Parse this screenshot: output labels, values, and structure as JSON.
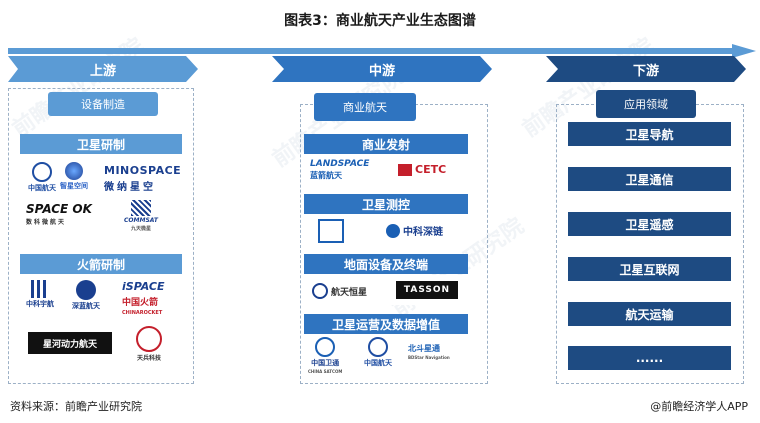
{
  "title": "图表3：商业航天产业生态图谱",
  "stages": {
    "upstream": {
      "label": "上游",
      "segment": "设备制造",
      "groups": [
        {
          "title": "卫星研制",
          "logos": [
            "中国航天",
            "智星空间",
            "MINOSPACE",
            "微纳星空",
            "SPACE OK",
            "数科微航天",
            "COMMSAT",
            "九天微星"
          ]
        },
        {
          "title": "火箭研制",
          "logos": [
            "中科宇航",
            "深蓝航天",
            "iSPACE",
            "中国火箭",
            "CHINAROCKET",
            "星河动力航天",
            "天兵科技"
          ]
        }
      ]
    },
    "midstream": {
      "label": "中游",
      "segment": "商业航天",
      "groups": [
        {
          "title": "商业发射",
          "logos": [
            "LANDSPACE",
            "蓝箭航天",
            "CETC"
          ]
        },
        {
          "title": "卫星测控",
          "logos": [
            "中科深链"
          ]
        },
        {
          "title": "地面设备及终端",
          "logos": [
            "航天恒星",
            "TASSON"
          ]
        },
        {
          "title": "卫星运营及数据增值",
          "logos": [
            "中国卫通",
            "CHINA SATCOM",
            "中国航天",
            "北斗星通",
            "BDStar Navigation"
          ]
        }
      ]
    },
    "downstream": {
      "label": "下游",
      "segment": "应用领域",
      "items": [
        "卫星导航",
        "卫星通信",
        "卫星遥感",
        "卫星互联网",
        "航天运输",
        "......"
      ]
    }
  },
  "footer": {
    "source": "资料来源：前瞻产业研究院",
    "credit": "@前瞻经济学人APP"
  },
  "watermark": "前瞻产业研究院",
  "colors": {
    "upstream_tab": "#5b9bd5",
    "midstream_tab": "#2f74c0",
    "downstream_tab": "#1e4b82",
    "arrow": "#5b9bd5"
  }
}
